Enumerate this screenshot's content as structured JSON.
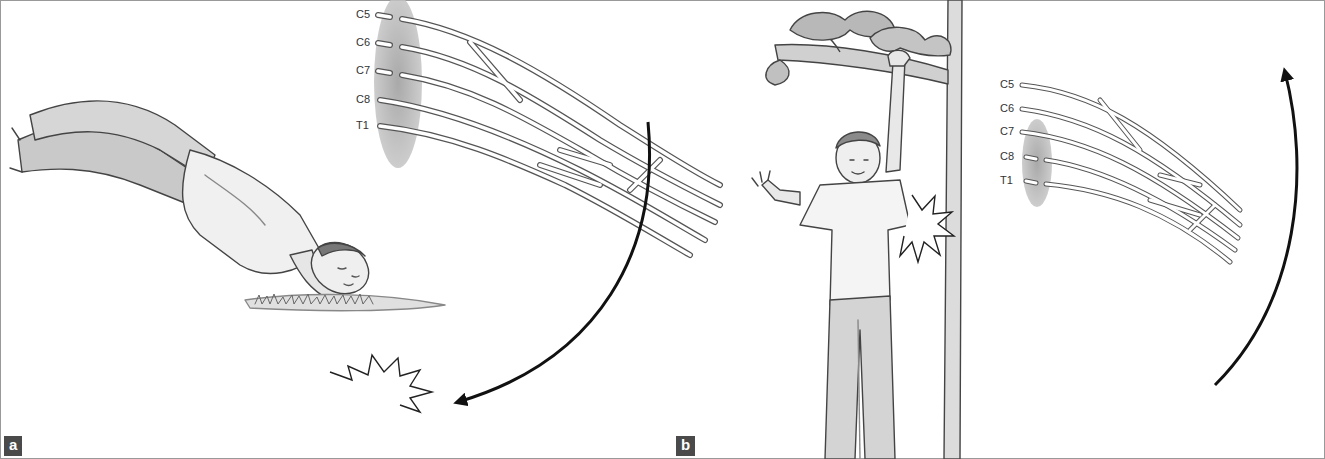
{
  "diagram": {
    "labels": [
      "C5",
      "C6",
      "C7",
      "C8",
      "T1",
      "a",
      "C5",
      "C6",
      "C7",
      "C8",
      "T1",
      "b"
    ]
  }
}
